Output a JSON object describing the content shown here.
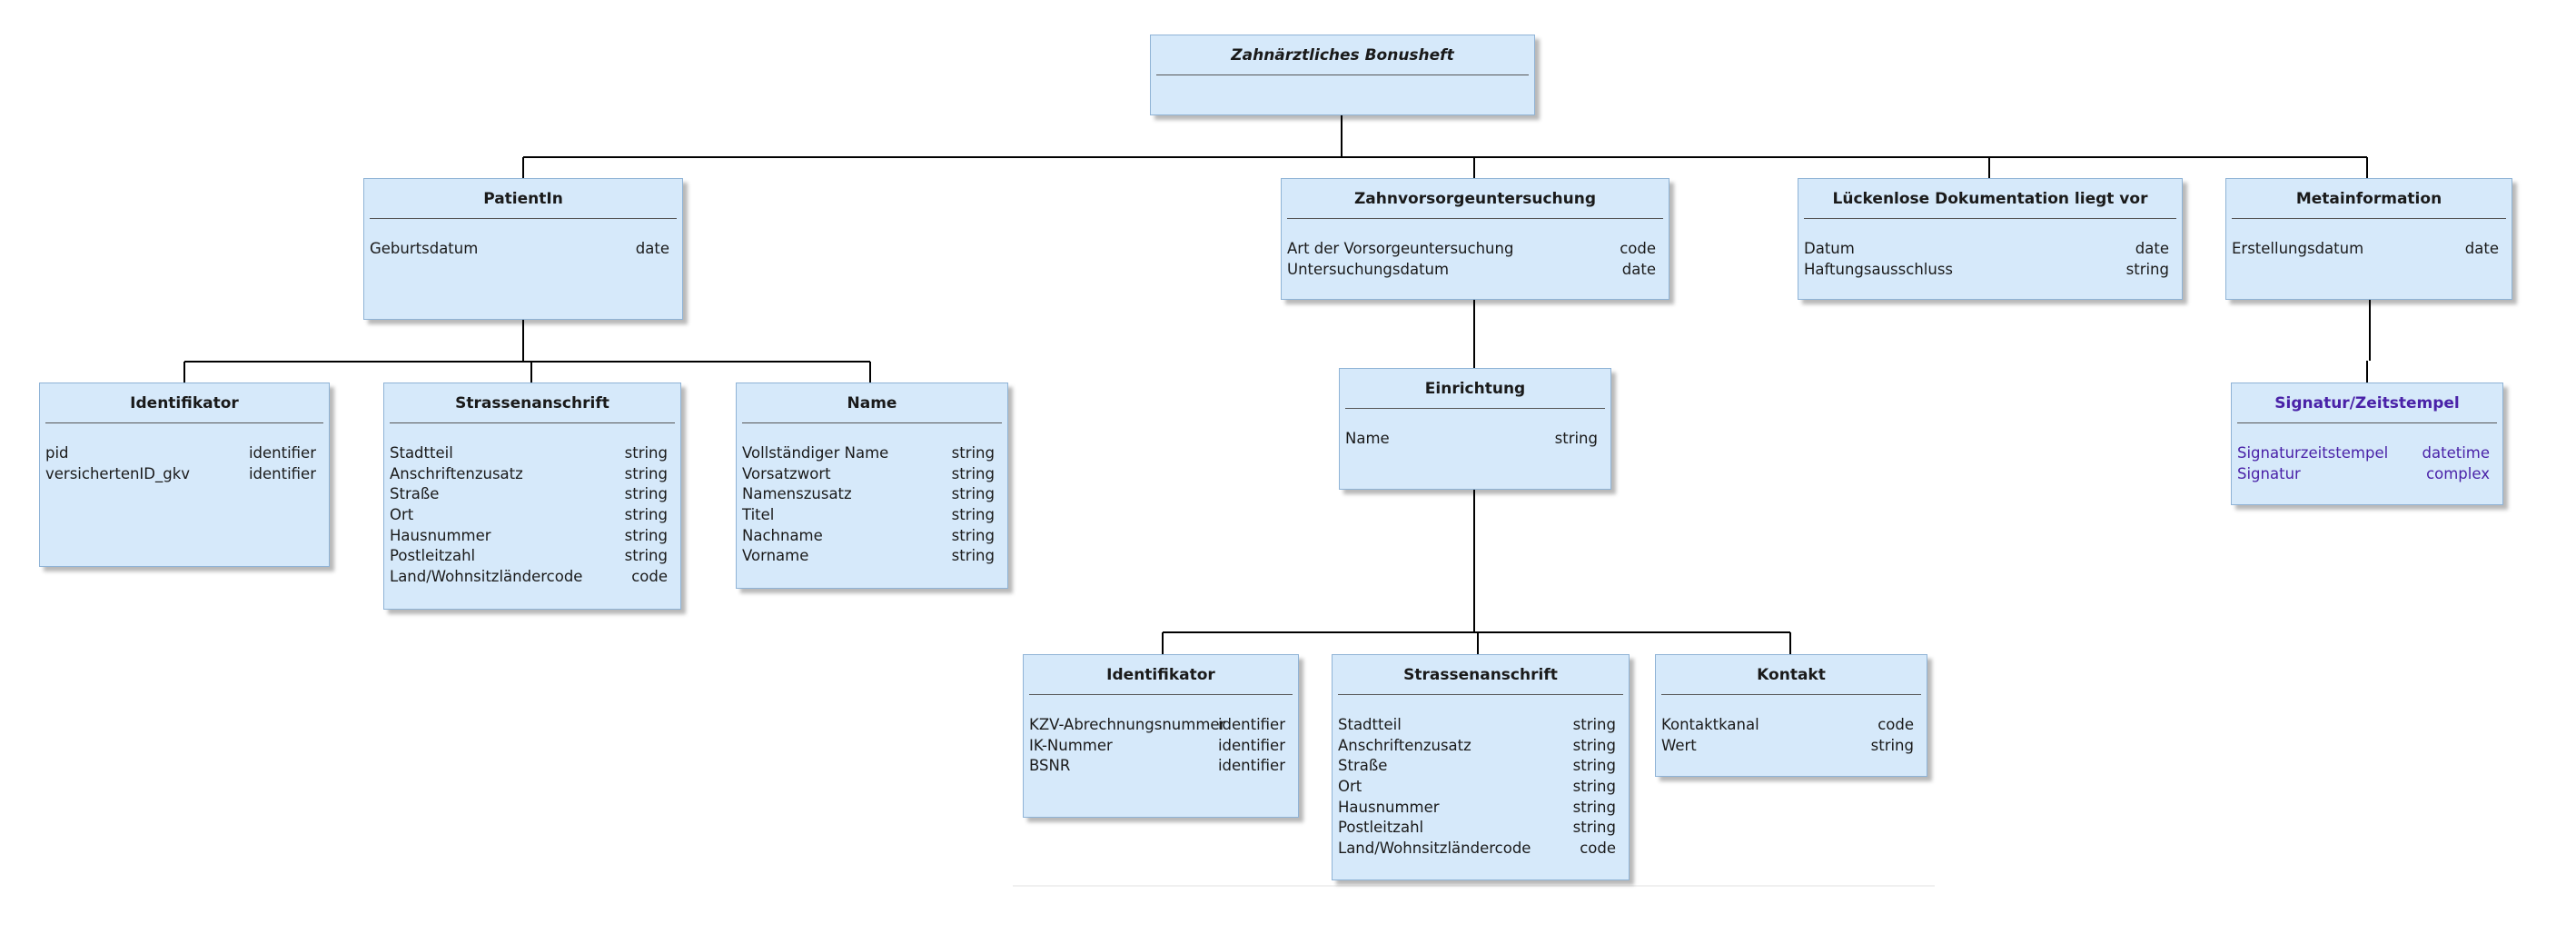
{
  "diagram": {
    "root": {
      "title": "Zahnärztliches Bonusheft",
      "attributes": []
    },
    "patient": {
      "title": "PatientIn",
      "attributes": [
        {
          "name": "Geburtsdatum",
          "type": "date"
        }
      ]
    },
    "patient_identifikator": {
      "title": "Identifikator",
      "attributes": [
        {
          "name": "pid",
          "type": "identifier"
        },
        {
          "name": "versichertenID_gkv",
          "type": "identifier"
        }
      ]
    },
    "patient_strassenanschrift": {
      "title": "Strassenanschrift",
      "attributes": [
        {
          "name": "Stadtteil",
          "type": "string"
        },
        {
          "name": "Anschriftenzusatz",
          "type": "string"
        },
        {
          "name": "Straße",
          "type": "string"
        },
        {
          "name": "Ort",
          "type": "string"
        },
        {
          "name": "Hausnummer",
          "type": "string"
        },
        {
          "name": "Postleitzahl",
          "type": "string"
        },
        {
          "name": "Land/Wohnsitzländercode",
          "type": "code"
        }
      ]
    },
    "patient_name": {
      "title": "Name",
      "attributes": [
        {
          "name": "Vollständiger Name",
          "type": "string"
        },
        {
          "name": "Vorsatzwort",
          "type": "string"
        },
        {
          "name": "Namenszusatz",
          "type": "string"
        },
        {
          "name": "Titel",
          "type": "string"
        },
        {
          "name": "Nachname",
          "type": "string"
        },
        {
          "name": "Vorname",
          "type": "string"
        }
      ]
    },
    "zahnvorsorge": {
      "title": "Zahnvorsorgeuntersuchung",
      "attributes": [
        {
          "name": "Art der Vorsorgeuntersuchung",
          "type": "code"
        },
        {
          "name": "Untersuchungsdatum",
          "type": "date"
        }
      ]
    },
    "einrichtung": {
      "title": "Einrichtung",
      "attributes": [
        {
          "name": "Name",
          "type": "string"
        }
      ]
    },
    "einrichtung_identifikator": {
      "title": "Identifikator",
      "attributes": [
        {
          "name": "KZV-Abrechnungsnummer",
          "type": "identifier"
        },
        {
          "name": "IK-Nummer",
          "type": "identifier"
        },
        {
          "name": "BSNR",
          "type": "identifier"
        }
      ]
    },
    "einrichtung_strassenanschrift": {
      "title": "Strassenanschrift",
      "attributes": [
        {
          "name": "Stadtteil",
          "type": "string"
        },
        {
          "name": "Anschriftenzusatz",
          "type": "string"
        },
        {
          "name": "Straße",
          "type": "string"
        },
        {
          "name": "Ort",
          "type": "string"
        },
        {
          "name": "Hausnummer",
          "type": "string"
        },
        {
          "name": "Postleitzahl",
          "type": "string"
        },
        {
          "name": "Land/Wohnsitzländercode",
          "type": "code"
        }
      ]
    },
    "einrichtung_kontakt": {
      "title": "Kontakt",
      "attributes": [
        {
          "name": "Kontaktkanal",
          "type": "code"
        },
        {
          "name": "Wert",
          "type": "string"
        }
      ]
    },
    "dokumentation": {
      "title": "Lückenlose Dokumentation liegt vor",
      "attributes": [
        {
          "name": "Datum",
          "type": "date"
        },
        {
          "name": "Haftungsausschluss",
          "type": "string"
        }
      ]
    },
    "metainformation": {
      "title": "Metainformation",
      "attributes": [
        {
          "name": "Erstellungsdatum",
          "type": "date"
        }
      ]
    },
    "signatur": {
      "title": "Signatur/Zeitstempel",
      "attributes": [
        {
          "name": "Signaturzeitstempel",
          "type": "datetime"
        },
        {
          "name": "Signatur",
          "type": "complex"
        }
      ]
    }
  },
  "colors": {
    "box_fill": "#d6e9fa",
    "box_border": "#8fb3d6",
    "connector": "#000000",
    "signature_text": "#4a22a8"
  }
}
